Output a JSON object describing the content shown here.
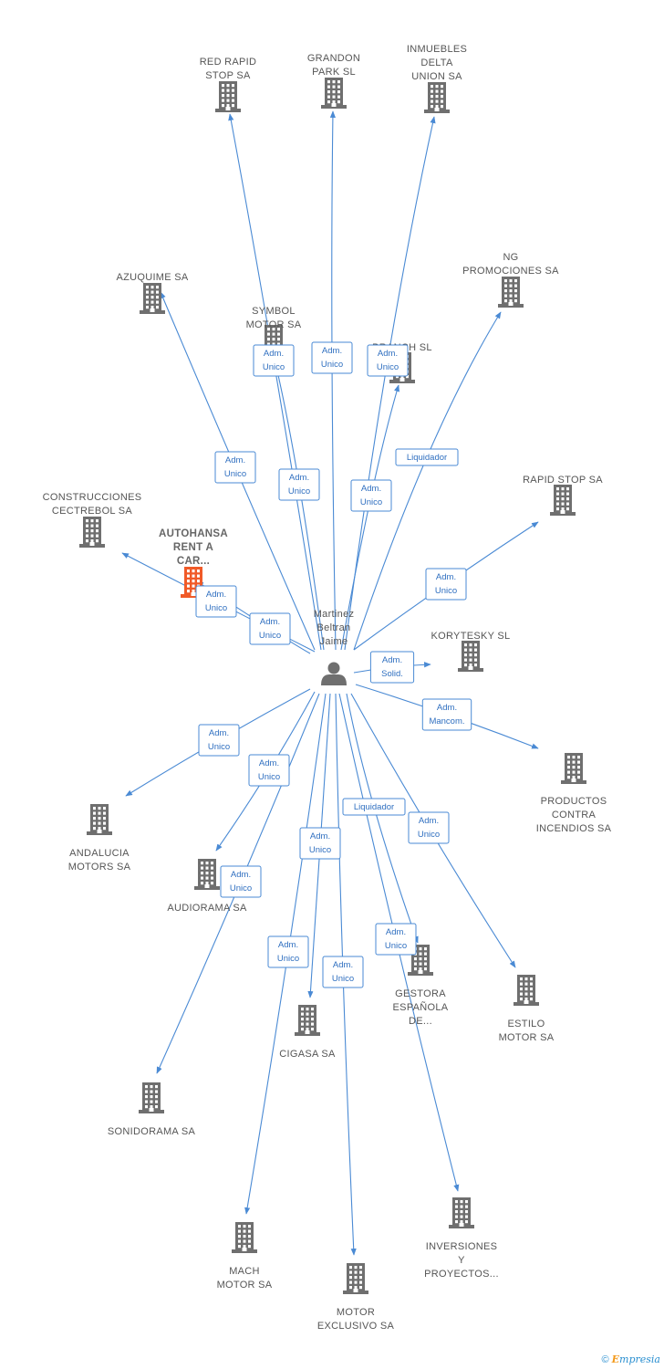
{
  "center": {
    "id": "martinez",
    "label": [
      "Martinez",
      "Beltran",
      "Jaime"
    ]
  },
  "colors": {
    "edge": "#4a8ad4",
    "building": "#6f6f6f",
    "focus": "#f05a28",
    "person": "#6f6f6f"
  },
  "nodes": [
    {
      "id": "red-rapid-stop-sa",
      "label": [
        "RED RAPID",
        "STOP SA"
      ]
    },
    {
      "id": "grandon-park-sl",
      "label": [
        "GRANDON",
        "PARK SL"
      ]
    },
    {
      "id": "inmuebles-delta-union-sa",
      "label": [
        "INMUEBLES",
        "DELTA",
        "UNION SA"
      ]
    },
    {
      "id": "azuquime-sa",
      "label": [
        "AZUQUIME SA"
      ]
    },
    {
      "id": "symbol-motor-sa",
      "label": [
        "SYMBOL",
        "MOTOR SA"
      ]
    },
    {
      "id": "branch-sl",
      "label": [
        "BRANCH SL"
      ]
    },
    {
      "id": "ng-promociones-sa",
      "label": [
        "NG",
        "PROMOCIONES SA"
      ]
    },
    {
      "id": "rapid-stop-sa",
      "label": [
        "RAPID STOP SA"
      ]
    },
    {
      "id": "construcciones-cectrebol-sa",
      "label": [
        "CONSTRUCCIONES",
        "CECTREBOL SA"
      ]
    },
    {
      "id": "autohansa-rent-a-car",
      "label": [
        "AUTOHANSA",
        "RENT A",
        "CAR..."
      ],
      "focus": true
    },
    {
      "id": "korytesky-sl",
      "label": [
        "KORYTESKY SL"
      ]
    },
    {
      "id": "productos-contra-incendios-sa",
      "label": [
        "PRODUCTOS",
        "CONTRA",
        "INCENDIOS SA"
      ]
    },
    {
      "id": "andalucia-motors-sa",
      "label": [
        "ANDALUCIA",
        "MOTORS SA"
      ]
    },
    {
      "id": "audiorama-sa",
      "label": [
        "AUDIORAMA SA"
      ]
    },
    {
      "id": "gestora-espanola",
      "label": [
        "GESTORA",
        "ESPAÑOLA",
        "DE..."
      ]
    },
    {
      "id": "estilo-motor-sa",
      "label": [
        "ESTILO",
        "MOTOR SA"
      ]
    },
    {
      "id": "cigasa-sa",
      "label": [
        "CIGASA SA"
      ]
    },
    {
      "id": "sonidorama-sa",
      "label": [
        "SONIDORAMA SA"
      ]
    },
    {
      "id": "mach-motor-sa",
      "label": [
        "MACH",
        "MOTOR SA"
      ]
    },
    {
      "id": "inversiones-y-proyectos",
      "label": [
        "INVERSIONES",
        "Y",
        "PROYECTOS..."
      ]
    },
    {
      "id": "motor-exclusivo-sa",
      "label": [
        "MOTOR",
        "EXCLUSIVO SA"
      ]
    }
  ],
  "edges": [
    {
      "to": "red-rapid-stop-sa",
      "role": [
        "Adm.",
        "Unico"
      ]
    },
    {
      "to": "grandon-park-sl",
      "role": [
        "Adm.",
        "Unico"
      ]
    },
    {
      "to": "inmuebles-delta-union-sa",
      "role": [
        "Adm.",
        "Unico"
      ]
    },
    {
      "to": "azuquime-sa",
      "role": [
        "Adm.",
        "Unico"
      ]
    },
    {
      "to": "symbol-motor-sa",
      "role": [
        "Adm.",
        "Unico"
      ]
    },
    {
      "to": "branch-sl",
      "role": [
        "Adm.",
        "Unico"
      ]
    },
    {
      "to": "ng-promociones-sa",
      "role": [
        "Liquidador"
      ]
    },
    {
      "to": "rapid-stop-sa",
      "role": [
        "Adm.",
        "Unico"
      ]
    },
    {
      "to": "construcciones-cectrebol-sa",
      "role": [
        "Adm.",
        "Unico"
      ]
    },
    {
      "to": "autohansa-rent-a-car",
      "role": [
        "Adm.",
        "Unico"
      ]
    },
    {
      "to": "korytesky-sl",
      "role": [
        "Adm.",
        "Solid."
      ]
    },
    {
      "to": "productos-contra-incendios-sa",
      "role": [
        "Adm.",
        "Mancom."
      ]
    },
    {
      "to": "andalucia-motors-sa",
      "role": [
        "Adm.",
        "Unico"
      ]
    },
    {
      "to": "audiorama-sa",
      "role": [
        "Adm.",
        "Unico"
      ]
    },
    {
      "to": "gestora-espanola",
      "role": [
        "Liquidador"
      ]
    },
    {
      "to": "estilo-motor-sa",
      "role": [
        "Adm.",
        "Unico"
      ]
    },
    {
      "to": "cigasa-sa",
      "role": [
        "Adm.",
        "Unico"
      ]
    },
    {
      "to": "sonidorama-sa",
      "role": [
        "Adm.",
        "Unico"
      ]
    },
    {
      "to": "mach-motor-sa",
      "role": [
        "Adm.",
        "Unico"
      ]
    },
    {
      "to": "inversiones-y-proyectos",
      "role": [
        "Adm.",
        "Unico"
      ]
    },
    {
      "to": "motor-exclusivo-sa",
      "role": [
        "Adm.",
        "Unico"
      ]
    }
  ],
  "footer": {
    "copyright": "©",
    "brand_initial": "E",
    "brand_rest": "mpresia"
  }
}
